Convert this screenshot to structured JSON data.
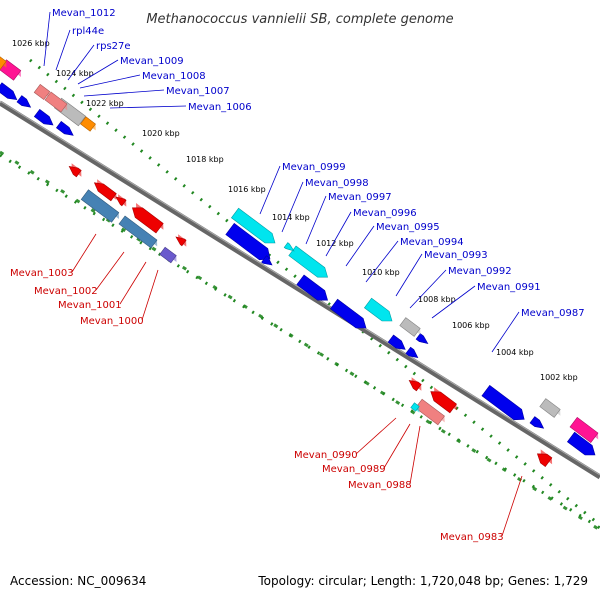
{
  "title": "Methanococcus vannielii SB, complete genome",
  "footer": {
    "accession": "Accession: NC_009634",
    "topology": "Topology: circular; Length: 1,720,048 bp; Genes: 1,729"
  },
  "colors": {
    "backbone": "#666666",
    "tick_track": "#228822",
    "label_forward": "#0000cc",
    "label_reverse": "#cc0000",
    "gene_blue": "#0000ee",
    "gene_red": "#ee0000",
    "gene_cyan": "#00e5ee",
    "gene_steel": "#4682b4",
    "gene_pink": "#f08080",
    "gene_grey": "#bbbbbb",
    "gene_magenta": "#ff1493",
    "gene_orange": "#ff8c00",
    "gene_violet": "#6a5acd"
  },
  "scale_ticks": [
    "1026 kbp",
    "1024 kbp",
    "1022 kbp",
    "1020 kbp",
    "1018 kbp",
    "1016 kbp",
    "1014 kbp",
    "1012 kbp",
    "1010 kbp",
    "1008 kbp",
    "1006 kbp",
    "1004 kbp",
    "1002 kbp"
  ],
  "forward_labels": [
    "Mevan_1012",
    "rpl44e",
    "rps27e",
    "Mevan_1009",
    "Mevan_1008",
    "Mevan_1007",
    "Mevan_1006",
    "Mevan_0999",
    "Mevan_0998",
    "Mevan_0997",
    "Mevan_0996",
    "Mevan_0995",
    "Mevan_0994",
    "Mevan_0993",
    "Mevan_0992",
    "Mevan_0991",
    "Mevan_0987"
  ],
  "reverse_labels": [
    "Mevan_1003",
    "Mevan_1002",
    "Mevan_1001",
    "Mevan_1000",
    "Mevan_0990",
    "Mevan_0989",
    "Mevan_0988",
    "Mevan_0983"
  ]
}
